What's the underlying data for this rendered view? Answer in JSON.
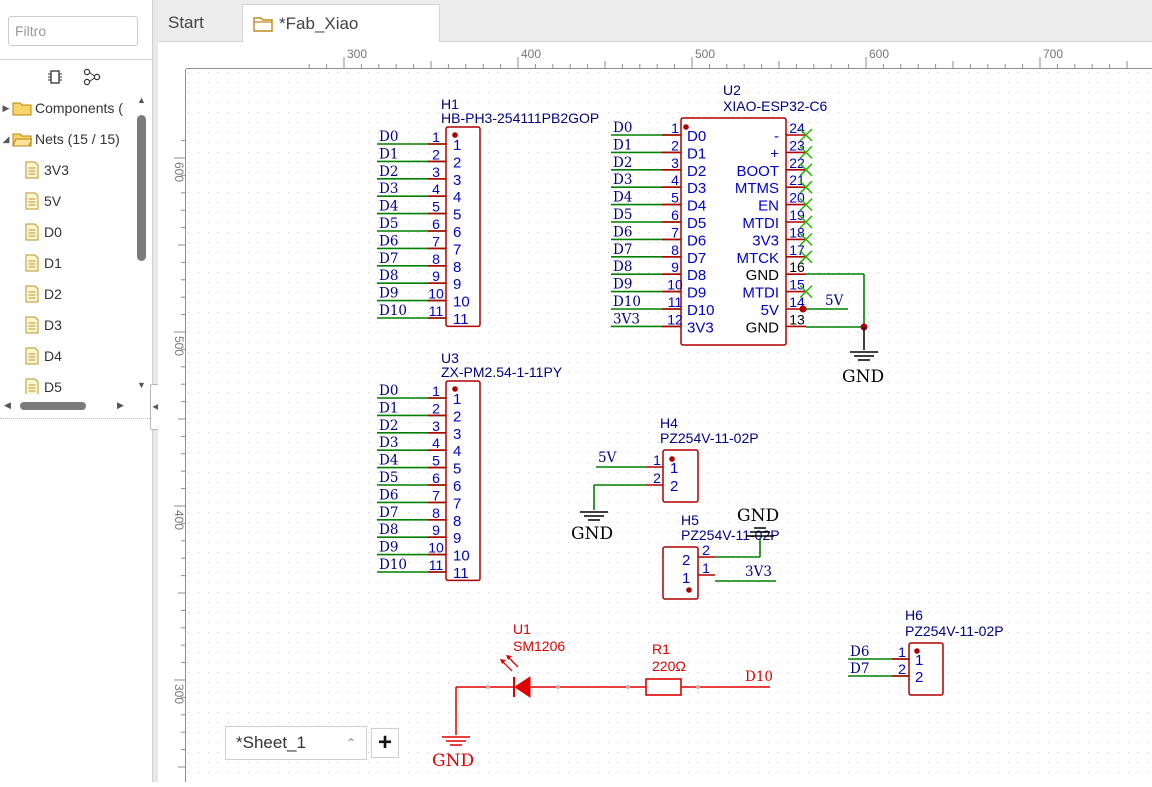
{
  "sidebar": {
    "filter_placeholder": "Filtro",
    "toolbar": {
      "components_icon": "chip-icon",
      "nets_icon": "net-graph-icon"
    },
    "tree": [
      {
        "label": "Components (",
        "type": "folder",
        "expanded": false
      },
      {
        "label": "Nets (15 / 15)",
        "type": "folder",
        "expanded": true
      },
      {
        "label": "3V3",
        "type": "net"
      },
      {
        "label": "5V",
        "type": "net"
      },
      {
        "label": "D0",
        "type": "net"
      },
      {
        "label": "D1",
        "type": "net"
      },
      {
        "label": "D2",
        "type": "net"
      },
      {
        "label": "D3",
        "type": "net"
      },
      {
        "label": "D4",
        "type": "net"
      },
      {
        "label": "D5",
        "type": "net"
      }
    ]
  },
  "tabs": {
    "start": "Start",
    "active": "*Fab_Xiao"
  },
  "ruler": {
    "h": [
      "300",
      "400",
      "500",
      "600",
      "700"
    ],
    "v": [
      "600",
      "500",
      "400",
      "300"
    ]
  },
  "sheet": {
    "tab_label": "*Sheet_1",
    "add_label": "+"
  },
  "colors": {
    "wire": "#008000",
    "pin": "#b00000",
    "body": "#b00000",
    "ref": "#000080",
    "pin_name": "#0000c8",
    "net_label": "#000080",
    "led": "#e00000",
    "nc": "#28b400",
    "ruler_text": "#777777",
    "grid": "#c9c9c9"
  },
  "schematic": {
    "h1": {
      "ref": "H1",
      "value": "HB-PH3-254111PB2GOP",
      "pins": [
        "1",
        "2",
        "3",
        "4",
        "5",
        "6",
        "7",
        "8",
        "9",
        "10",
        "11"
      ],
      "nets": [
        "D0",
        "D1",
        "D2",
        "D3",
        "D4",
        "D5",
        "D6",
        "D7",
        "D8",
        "D9",
        "D10"
      ]
    },
    "u2": {
      "ref": "U2",
      "value": "XIAO-ESP32-C6",
      "left_pins": [
        "1",
        "2",
        "3",
        "4",
        "5",
        "6",
        "7",
        "8",
        "9",
        "10",
        "11",
        "12"
      ],
      "left_names": [
        "D0",
        "D1",
        "D2",
        "D3",
        "D4",
        "D5",
        "D6",
        "D7",
        "D8",
        "D9",
        "D10",
        "3V3"
      ],
      "left_nets": [
        "D0",
        "D1",
        "D2",
        "D3",
        "D4",
        "D5",
        "D6",
        "D7",
        "D8",
        "D9",
        "D10",
        "3V3"
      ],
      "right_pins": [
        "24",
        "23",
        "22",
        "21",
        "20",
        "19",
        "18",
        "17",
        "16",
        "15",
        "14",
        "13"
      ],
      "right_names": [
        "-",
        "+",
        "BOOT",
        "MTMS",
        "EN",
        "MTDI",
        "3V3",
        "MTCK",
        "GND",
        "MTDI",
        "5V",
        "GND"
      ],
      "net_5v": "5V",
      "gnd": "GND"
    },
    "u3": {
      "ref": "U3",
      "value": "ZX-PM2.54-1-11PY",
      "pins": [
        "1",
        "2",
        "3",
        "4",
        "5",
        "6",
        "7",
        "8",
        "9",
        "10",
        "11"
      ],
      "nets": [
        "D0",
        "D1",
        "D2",
        "D3",
        "D4",
        "D5",
        "D6",
        "D7",
        "D8",
        "D9",
        "D10"
      ]
    },
    "h4": {
      "ref": "H4",
      "value": "PZ254V-11-02P",
      "pins": [
        "1",
        "2"
      ],
      "net": "5V",
      "gnd": "GND"
    },
    "h5": {
      "ref": "H5",
      "value": "PZ254V-11-02P",
      "pins": [
        "2",
        "1"
      ],
      "net": "3V3",
      "gnd": "GND"
    },
    "h6": {
      "ref": "H6",
      "value": "PZ254V-11-02P",
      "pins": [
        "1",
        "2"
      ],
      "nets": [
        "D6",
        "D7"
      ]
    },
    "u1": {
      "ref": "U1",
      "value": "SM1206",
      "gnd": "GND"
    },
    "r1": {
      "ref": "R1",
      "value": "220Ω",
      "net": "D10"
    }
  }
}
